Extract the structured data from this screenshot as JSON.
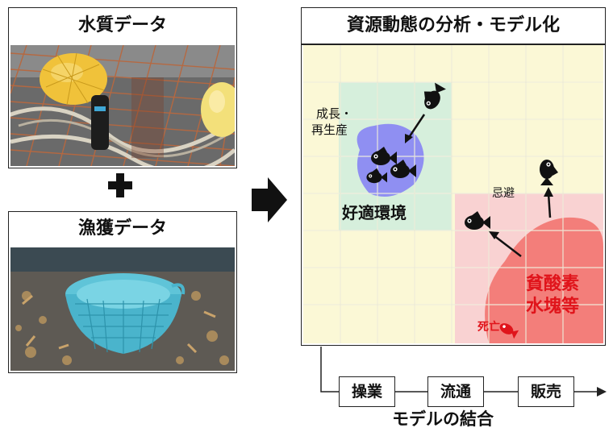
{
  "left_panels": {
    "water_quality_title": "水質データ",
    "catch_title": "漁獲データ"
  },
  "main_panel": {
    "title": "資源動態の分析・モデル化",
    "growth_label_line1": "成長・",
    "growth_label_line2": "再生産",
    "good_env_label": "好適環境",
    "avoid_label": "忌避",
    "hypoxia_line1": "貧酸素",
    "hypoxia_line2": "水塊等",
    "death_label": "死亡"
  },
  "process": {
    "boxes": [
      "操業",
      "流通",
      "販売"
    ],
    "caption": "モデルの結合"
  },
  "colors": {
    "grid_bg": "#fbf8d6",
    "green_zone": "#d6efdc",
    "blue_blob": "#8f8ff2",
    "pink_zone": "#f9d2d2",
    "hypoxia_blob": "#f37e7a",
    "hypoxia_text": "#e0141b",
    "orange_zone": "#fbe6c8"
  },
  "icons": [
    "fish-icon",
    "plus-icon",
    "right-arrow-icon",
    "dead-fish-icon"
  ]
}
